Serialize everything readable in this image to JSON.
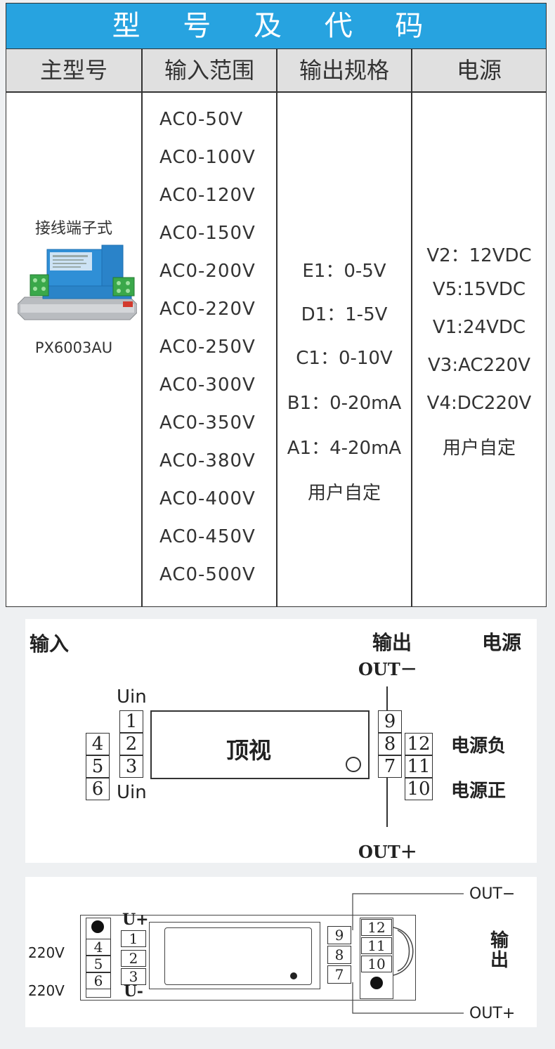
{
  "table": {
    "title": "型 号 及 代 码",
    "headers": [
      "主型号",
      "输入范围",
      "输出规格",
      "电源"
    ],
    "main_model": {
      "style_label": "接线端子式",
      "code": "PX6003AU"
    },
    "input_ranges": [
      "AC0-50V",
      "AC0-100V",
      "AC0-120V",
      "AC0-150V",
      "AC0-200V",
      "AC0-220V",
      "AC0-250V",
      "AC0-300V",
      "AC0-350V",
      "AC0-380V",
      "AC0-400V",
      "AC0-450V",
      "AC0-500V"
    ],
    "output_specs": [
      "E1：0-5V",
      "D1：1-5V",
      "C1：0-10V",
      "B1：0-20mA",
      "A1：4-20mA",
      "用户自定"
    ],
    "power_specs": [
      "V2：12VDC",
      "V5:15VDC",
      "V1:24VDC",
      "V3:AC220V",
      "V4:DC220V",
      "用户自定"
    ],
    "colors": {
      "title_bar": "#27a3e0",
      "header_bg": "#e0e0e0",
      "product_body": "#2f8fd6",
      "terminal_green": "#3aa84a"
    }
  },
  "diagram_top": {
    "input_label": "输入",
    "output_label": "输出",
    "power_label": "电源",
    "out_minus": "OUT－",
    "out_plus": "OUT＋",
    "uin_top": "Uin",
    "uin_bottom": "Uin",
    "center_label": "顶视",
    "terminals_inner_left": [
      "1",
      "2",
      "3"
    ],
    "terminals_outer_left": [
      "4",
      "5",
      "6"
    ],
    "terminals_inner_right": [
      "9",
      "8",
      "7"
    ],
    "terminals_outer_right": [
      "12",
      "11",
      "10"
    ],
    "power_negative": "电源负",
    "power_positive": "电源正"
  },
  "diagram_bottom": {
    "voltage_top": "220V",
    "voltage_bottom": "220V",
    "u_plus": "U+",
    "u_minus": "U-",
    "terminals_left_outer": [
      "4",
      "5",
      "6"
    ],
    "terminals_left_inner": [
      "1",
      "2",
      "3"
    ],
    "terminals_right_inner": [
      "9",
      "8",
      "7"
    ],
    "terminals_right_outer": [
      "12",
      "11",
      "10"
    ],
    "out_minus": "OUT−",
    "out_plus": "OUT+",
    "output_label_line1": "输",
    "output_label_line2": "出"
  }
}
